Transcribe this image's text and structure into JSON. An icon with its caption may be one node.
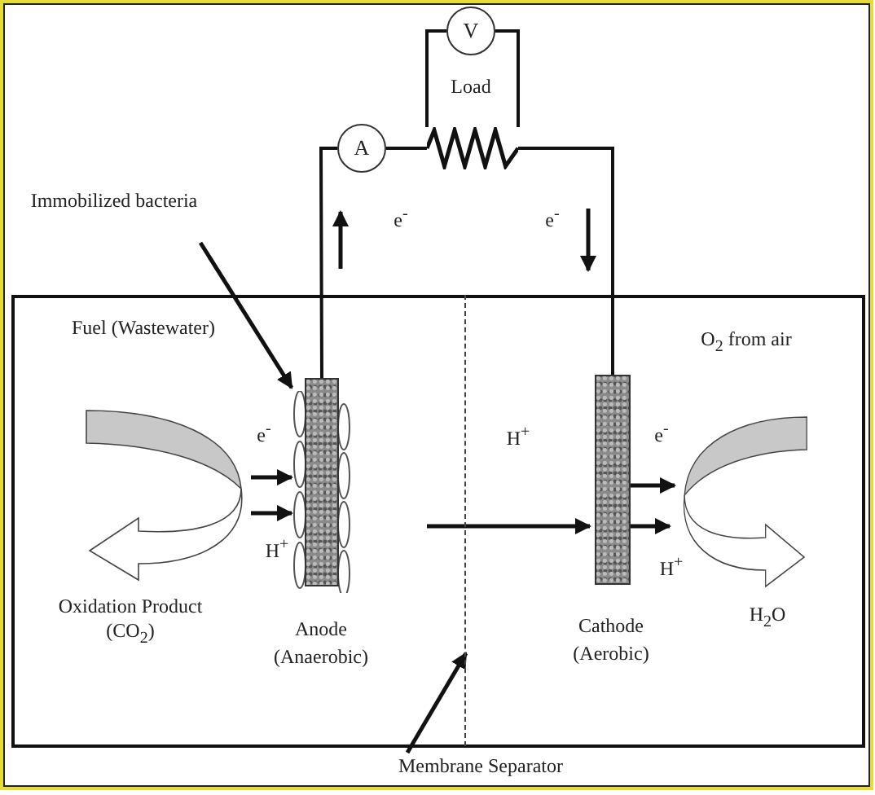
{
  "diagram": {
    "nodes": [
      {
        "text": [
          "V"
        ]
      },
      {
        "text": [
          "A"
        ]
      },
      {
        "text": [],
        "shape": "resistor"
      },
      {
        "text": [
          "Immobilized bacteria"
        ]
      },
      {
        "text": [
          "Anode (Anaerobic)"
        ]
      },
      {
        "text": [],
        "shape": "line"
      },
      {
        "text": [
          "Cathode (Aerobic)"
        ]
      },
      {
        "text": [
          "Membrane Separator"
        ]
      }
    ],
    "edges": [
      {
        "from": 4,
        "to": 1,
        "arrow": "none"
      },
      {
        "from": 1,
        "to": 2,
        "arrow": "none"
      },
      {
        "from": 2,
        "to": 6,
        "arrow": "none"
      },
      {
        "from": 0,
        "to": 2,
        "arrow": "none"
      },
      {
        "from": 0,
        "to": 2,
        "arrow": "none"
      },
      {
        "from": 3,
        "to": 4,
        "arrow": "to"
      },
      {
        "from": 7,
        "to": 5,
        "arrow": "to"
      },
      {
        "from": null,
        "to": 4,
        "arrow": "to"
      },
      {
        "from": null,
        "to": 4,
        "arrow": "to"
      },
      {
        "from": null,
        "to": 6,
        "arrow": "to"
      },
      {
        "from": 6,
        "to": null,
        "arrow": "to"
      },
      {
        "from": 6,
        "to": null,
        "arrow": "to"
      }
    ],
    "labels": [
      "Load",
      "e$^{-}$",
      "e$^{-}$",
      "Fuel (Wastewater)",
      "O$_{2}$ from air",
      "e$^{-}$",
      "H$^{+}$",
      "e$^{-}$",
      "H$^{+}$",
      "H$^{+}$",
      "Oxidation Product (CO$_{2}$)",
      "H$_{2}$O"
    ]
  }
}
